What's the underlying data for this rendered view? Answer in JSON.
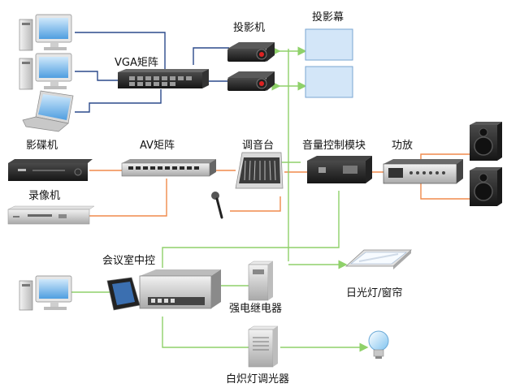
{
  "labels": {
    "vga_matrix": "VGA矩阵",
    "projector": "投影机",
    "screen": "投影幕",
    "dvd_player": "影碟机",
    "vcr": "录像机",
    "av_matrix": "AV矩阵",
    "mixer": "调音台",
    "volume_module": "音量控制模块",
    "amplifier": "功放",
    "central_control": "会议室中控",
    "power_relay": "强电继电器",
    "fluorescent_curtain": "日光灯/窗帘",
    "incandescent_dimmer": "白炽灯调光器"
  },
  "colors": {
    "vga_link": "#2c4a8c",
    "av_link": "#f08a4b",
    "control_link": "#8fd16a",
    "screen_fill": "#d3e6f8",
    "screen_border": "#7aa5d2"
  }
}
